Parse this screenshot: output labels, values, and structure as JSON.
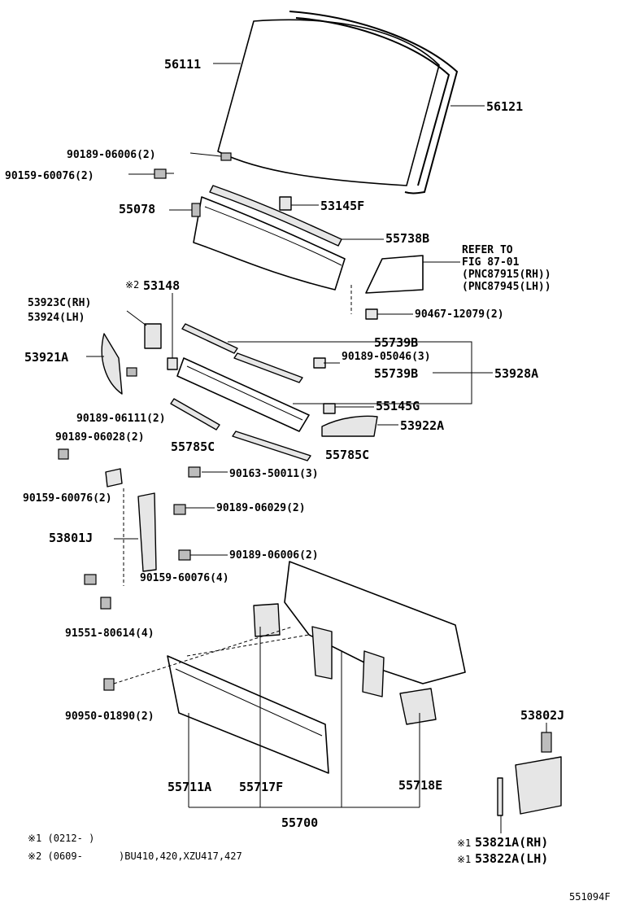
{
  "parts": {
    "p56111": "56111",
    "p56121": "56121",
    "p90189_06006_top": "90189-06006(2)",
    "p90159_60076_top": "90159-60076(2)",
    "p55078": "55078",
    "p53145F": "53145F",
    "p55738B": "55738B",
    "refer": [
      "REFER TO",
      "FIG 87-01",
      "(PNC87915(RH))",
      "(PNC87945(LH))"
    ],
    "p90467_12079": "90467-12079(2)",
    "mark2_53148_mark": "※2",
    "p53148": "53148",
    "p53923C": "53923C(RH)",
    "p53924": "53924(LH)",
    "p53921A": "53921A",
    "p55739B_1": "55739B",
    "p90189_05046": "90189-05046(3)",
    "p55739B_2": "55739B",
    "p53928A": "53928A",
    "p55145G": "55145G",
    "p90189_06111": "90189-06111(2)",
    "p53922A": "53922A",
    "p90189_06028": "90189-06028(2)",
    "p55785C_1": "55785C",
    "p55785C_2": "55785C",
    "p90163_50011": "90163-50011(3)",
    "p90159_60076_mid": "90159-60076(2)",
    "p90189_06029": "90189-06029(2)",
    "p53801J": "53801J",
    "p90189_06006_mid": "90189-06006(2)",
    "p90159_60076_4": "90159-60076(4)",
    "p91551_80614": "91551-80614(4)",
    "p90950_01890": "90950-01890(2)",
    "p53802J": "53802J",
    "p55711A": "55711A",
    "p55717F": "55717F",
    "p55718E": "55718E",
    "p55700": "55700",
    "p53821A_mark": "※1",
    "p53821A": "53821A(RH)",
    "p53822A_mark": "※1",
    "p53822A": "53822A(LH)"
  },
  "notes": {
    "n1": "※1 (0212-     )",
    "n2_a": "※2 (0609-",
    "n2_b": ")BU410,420,XZU417,427"
  },
  "figure_id": "551094F"
}
